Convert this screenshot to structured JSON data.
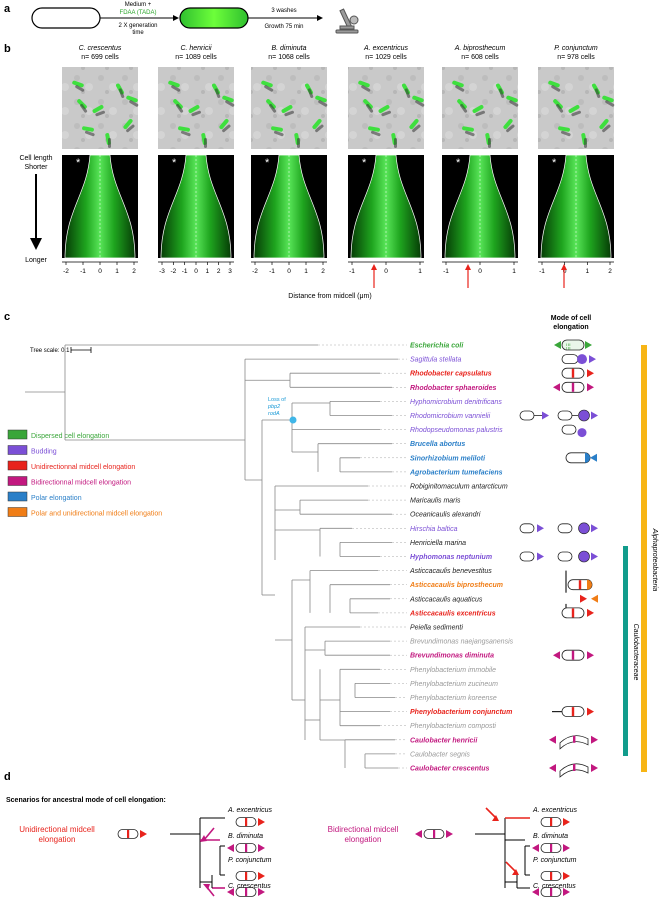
{
  "panel_a": {
    "letter": "a",
    "step1_line1": "Medium +",
    "step1_line2": "FDAA (TADA)",
    "step1_line3": "2 X generation",
    "step1_line4": "time",
    "step2_line1": "3 washes",
    "step2_line2": "Growth 75 min"
  },
  "panel_b": {
    "letter": "b",
    "species": [
      {
        "name": "C. crescentus",
        "count": "n= 699 cells"
      },
      {
        "name": "C. henricii",
        "count": "n= 1089 cells"
      },
      {
        "name": "B. diminuta",
        "count": "n= 1068 cells"
      },
      {
        "name": "A. excentricus",
        "count": "n= 1029 cells"
      },
      {
        "name": "A. biprosthecum",
        "count": "n= 608 cells"
      },
      {
        "name": "P. conjunctum",
        "count": "n= 978 cells"
      }
    ],
    "y_label_1": "Cell length",
    "y_label_2": "Shorter",
    "y_label_3": "Longer",
    "star": "*",
    "axes": [
      [
        "-2",
        "-1",
        "0",
        "1",
        "2"
      ],
      [
        "-3",
        "-2",
        "-1",
        "0",
        "1",
        "2",
        "3"
      ],
      [
        "-2",
        "-1",
        "0",
        "1",
        "2"
      ],
      [
        "-1",
        "0",
        "1"
      ],
      [
        "-1",
        "0",
        "1"
      ],
      [
        "-1",
        "0",
        "1",
        "2"
      ]
    ],
    "x_title": "Distance from midcell (μm)"
  },
  "panel_c": {
    "letter": "c",
    "tree_scale": "Tree scale: 0.1",
    "mode_header_1": "Mode of cell",
    "mode_header_2": "elongation",
    "loss_1": "Loss of",
    "loss_2": "pbp2",
    "loss_3": "rodA",
    "legend": [
      {
        "label": "Dispersed cell elongation",
        "color": "#3aa63a"
      },
      {
        "label": "Budding",
        "color": "#7b4fd6"
      },
      {
        "label": "Unidirectionnal midcell elongation",
        "color": "#e8231c"
      },
      {
        "label": "Bidirectionnal midcell elongation",
        "color": "#c2187f"
      },
      {
        "label": "Polar elongation",
        "color": "#2a7fc8"
      },
      {
        "label": "Polar and unidirectional midcell elongation",
        "color": "#f07d16"
      }
    ],
    "taxa": [
      {
        "name": "Escherichia coli",
        "color": "#3aa63a",
        "bold": true
      },
      {
        "name": "Sagittula stellata",
        "color": "#7b4fd6",
        "bold": false
      },
      {
        "name": "Rhodobacter capsulatus",
        "color": "#e8231c",
        "bold": true
      },
      {
        "name": "Rhodobacter sphaeroides",
        "color": "#c2187f",
        "bold": true
      },
      {
        "name": "Hyphomicrobium denitrificans",
        "color": "#7b4fd6",
        "bold": false
      },
      {
        "name": "Rhodomicrobium vannielii",
        "color": "#7b4fd6",
        "bold": false
      },
      {
        "name": "Rhodopseudomonas palustris",
        "color": "#7b4fd6",
        "bold": false
      },
      {
        "name": "Brucella abortus",
        "color": "#2a7fc8",
        "bold": true
      },
      {
        "name": "Sinorhizobium meliloti",
        "color": "#2a7fc8",
        "bold": true
      },
      {
        "name": "Agrobacterium tumefaciens",
        "color": "#2a7fc8",
        "bold": true
      },
      {
        "name": "Robiginitomaculum antarcticum",
        "color": "#222222",
        "bold": false
      },
      {
        "name": "Maricaulis maris",
        "color": "#222222",
        "bold": false
      },
      {
        "name": "Oceanicaulis alexandri",
        "color": "#222222",
        "bold": false
      },
      {
        "name": "Hirschia baltica",
        "color": "#7b4fd6",
        "bold": false
      },
      {
        "name": "Henriciella marina",
        "color": "#222222",
        "bold": false
      },
      {
        "name": "Hyphomonas neptunium",
        "color": "#7b4fd6",
        "bold": true
      },
      {
        "name": "Asticcacaulis benevestitus",
        "color": "#222222",
        "bold": false
      },
      {
        "name": "Asticcacaulis biprosthecum",
        "color": "#f07d16",
        "bold": true
      },
      {
        "name": "Asticcacaulis aquaticus",
        "color": "#222222",
        "bold": false
      },
      {
        "name": "Asticcacaulis excentricus",
        "color": "#e8231c",
        "bold": true
      },
      {
        "name": "Peiella sedimenti",
        "color": "#222222",
        "bold": false
      },
      {
        "name": "Brevundimonas naejangsanensis",
        "color": "#999999",
        "bold": false
      },
      {
        "name": "Brevundimonas diminuta",
        "color": "#c2187f",
        "bold": true
      },
      {
        "name": "Phenylobacterium immobile",
        "color": "#999999",
        "bold": false
      },
      {
        "name": "Phenylobacterium zucineum",
        "color": "#999999",
        "bold": false
      },
      {
        "name": "Phenylobacterium koreense",
        "color": "#999999",
        "bold": false
      },
      {
        "name": "Phenylobacterium conjunctum",
        "color": "#e8231c",
        "bold": true
      },
      {
        "name": "Phenylobacterium composti",
        "color": "#999999",
        "bold": false
      },
      {
        "name": "Caulobacter henricii",
        "color": "#c2187f",
        "bold": true
      },
      {
        "name": "Caulobacter segnis",
        "color": "#999999",
        "bold": false
      },
      {
        "name": "Caulobacter crescentus",
        "color": "#c2187f",
        "bold": true
      }
    ],
    "clade_alpha": "Alphaproteobacteria",
    "clade_caulo": "Caulobacteraceae"
  },
  "panel_d": {
    "letter": "d",
    "title": "Scenarios for ancestral mode of cell elongation:",
    "scenario1_line1": "Unidirectional midcell",
    "scenario1_line2": "elongation",
    "scenario2_line1": "Bidirectional midcell",
    "scenario2_line2": "elongation",
    "tips": [
      "A. excentricus",
      "B. diminuta",
      "P. conjunctum",
      "C. crescentus"
    ]
  }
}
